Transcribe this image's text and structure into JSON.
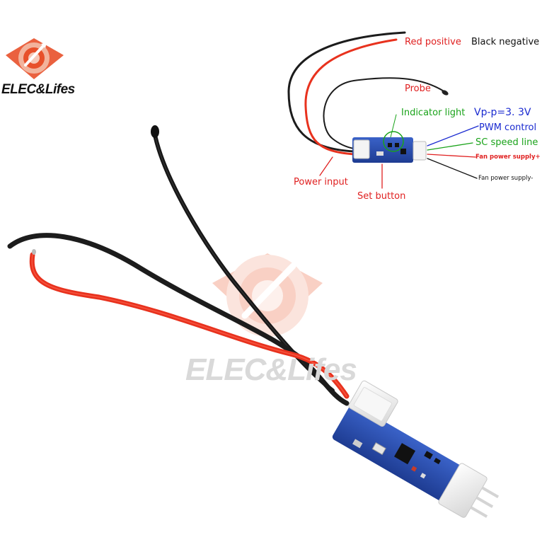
{
  "brand": {
    "name": "ELEC&Lifes",
    "watermark": "ELEC&Lifes",
    "logo_colors": {
      "outer": "#e8502a",
      "inner": "#f3a58a"
    }
  },
  "diagram_labels": {
    "red_positive": "Red positive",
    "black_negative": "Black negative",
    "probe": "Probe",
    "indicator_light": "Indicator light",
    "vp_p": "Vp-p=3. 3V",
    "pwm_control": "PWM control",
    "sc_speed_line": "SC speed line",
    "fan_power_supply_plus": "Fan power supply+",
    "fan_power_supply_minus": "Fan power supply-",
    "power_input": "Power input",
    "set_button": "Set button"
  },
  "colors": {
    "red_label": "#e02020",
    "green_label": "#1aa31a",
    "blue_label": "#1a2ad0",
    "black_label": "#111111",
    "pcb_blue": "#2a4fb0",
    "wire_red": "#e8321e",
    "wire_black": "#1c1c1c"
  }
}
